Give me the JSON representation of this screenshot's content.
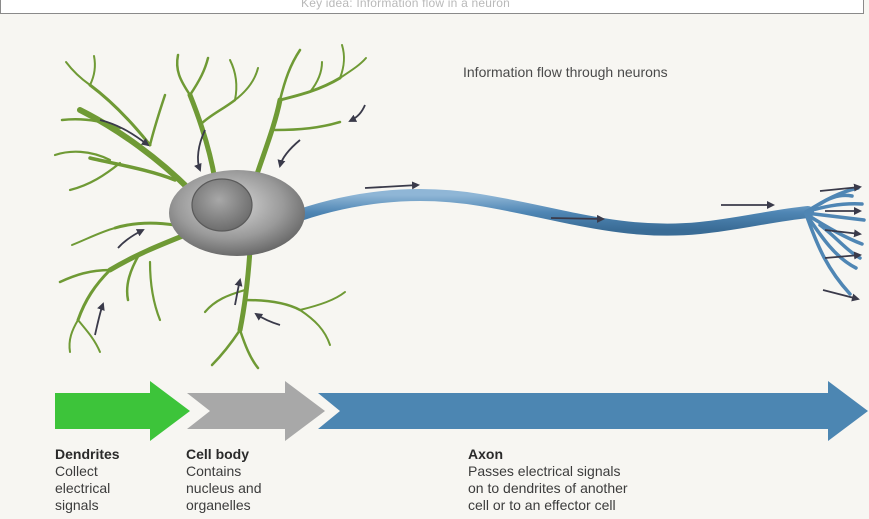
{
  "header": {
    "cut_title": "Key idea: Information flow in a neuron"
  },
  "diagram": {
    "title": "Information flow through neurons",
    "colors": {
      "dendrite": "#6f9a35",
      "cell_body": "#8c8c8c",
      "axon": "#4f86b4",
      "arrow_green": "#3dc43a",
      "arrow_gray": "#a8a8a8",
      "arrow_blue": "#4c86b2"
    }
  },
  "labels": {
    "dendrites": {
      "heading": "Dendrites",
      "lines": [
        "Collect",
        "electrical",
        "signals"
      ]
    },
    "cell_body": {
      "heading": "Cell body",
      "lines": [
        "Contains",
        "nucleus and",
        "organelles"
      ]
    },
    "axon": {
      "heading": "Axon",
      "lines": [
        "Passes electrical signals",
        "on to dendrites of another",
        "cell or to an effector cell"
      ]
    }
  }
}
